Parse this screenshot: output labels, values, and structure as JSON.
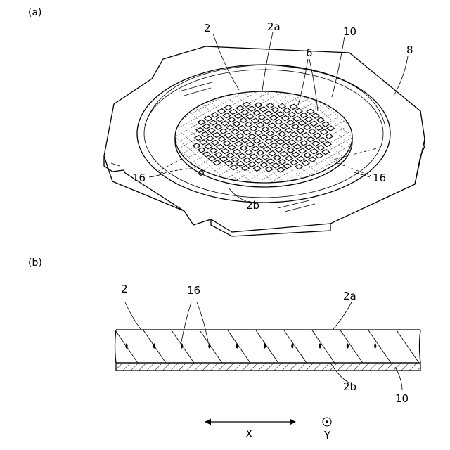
{
  "figure_a": {
    "caption": "(a)",
    "labels": {
      "wafer": "2",
      "front_surface": "2a",
      "tape": "10",
      "devices": "6",
      "frame": "8",
      "modified_layer_left": "16",
      "modified_layer_right": "16",
      "back_surface": "2b"
    }
  },
  "figure_b": {
    "caption": "(b)",
    "labels": {
      "wafer": "2",
      "modified_layers": "16",
      "front_surface": "2a",
      "back_surface": "2b",
      "tape": "10"
    },
    "modified_layer_count": 10
  },
  "axes": {
    "x_label": "X",
    "y_label": "Y"
  }
}
